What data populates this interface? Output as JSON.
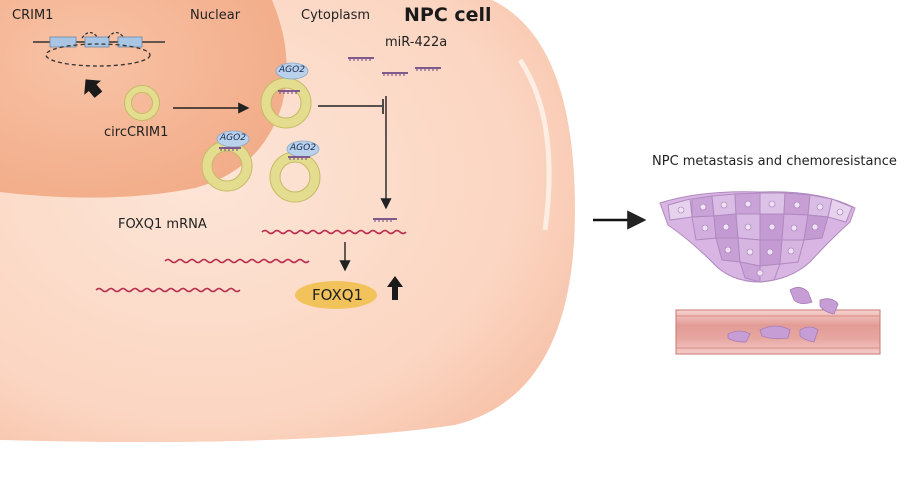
{
  "labels": {
    "crim1": "CRIM1",
    "nuclear": "Nuclear",
    "cytoplasm": "Cytoplasm",
    "npc_cell": "NPC cell",
    "mir": "miR-422a",
    "circcrim1": "circCRIM1",
    "foxq1_mrna": "FOXQ1 mRNA",
    "foxq1": "FOXQ1",
    "ago2": "AGO2",
    "outcome": "NPC metastasis and chemoresistance"
  },
  "colors": {
    "cell": "#fbd9c8",
    "nucleus": "#f5b493",
    "ring": "#e7e29a",
    "ring_stroke": "#c9c164",
    "ago2": "#b9d1ea",
    "mirna": "#7e5b8b",
    "mrna": "#b83050",
    "foxq1_protein": "#f3c35b",
    "tumor": "#d4b0df",
    "vessel": "#e9a7a1"
  }
}
